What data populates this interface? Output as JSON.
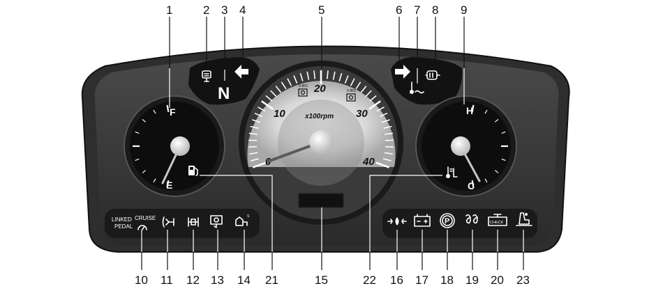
{
  "callouts_top": [
    "1",
    "2",
    "3",
    "4",
    "5",
    "6",
    "7",
    "8",
    "9"
  ],
  "callouts_bottom": [
    "10",
    "11",
    "12",
    "13",
    "14",
    "21",
    "15",
    "22",
    "16",
    "17",
    "18",
    "19",
    "20",
    "23"
  ],
  "fuel_gauge": {
    "full": "F",
    "empty": "E"
  },
  "temp_gauge": {
    "hot": "H",
    "cold": "C"
  },
  "tachometer": {
    "ticks": [
      "0",
      "10",
      "20",
      "30",
      "40"
    ],
    "unit": "x100rpm",
    "icon_labels": [
      "0-85C",
      "0-85C"
    ]
  },
  "left_indicators": {
    "neutral_letter": "N"
  },
  "left_strip": {
    "linked_line1": "LINKED",
    "linked_line2": "PEDAL",
    "cruise": "CRUISE",
    "superscript": "S"
  },
  "right_strip": {
    "check": "CHECK"
  }
}
